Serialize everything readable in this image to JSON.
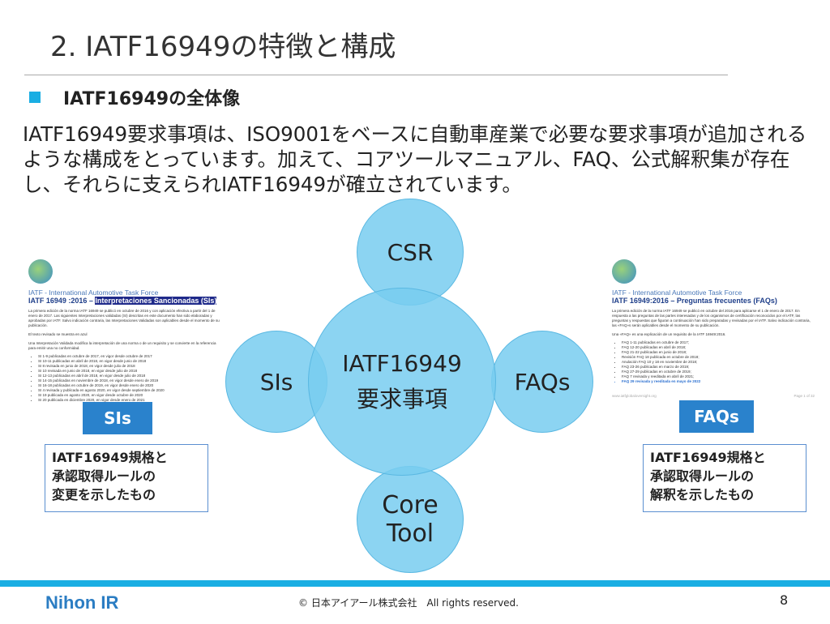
{
  "title": "2. IATF16949の特徴と構成",
  "subtitle": "IATF16949の全体像",
  "body": "IATF16949要求事項は、ISO9001をベースに自動車産業で必要な要求事項が追加されるような構成をとっています。加えて、コアツールマニュアル、FAQ、公式解釈集が存在し、それらに支えられIATF16949が確立されています。",
  "diagram": {
    "top": "CSR",
    "center_line1": "IATF16949",
    "center_line2": "要求事項",
    "left": "SIs",
    "right": "FAQs",
    "bottom": "Core Tool"
  },
  "doc_left": {
    "org": "IATF - International Automotive Task Force",
    "heading_a": "IATF 16949 :2016 – ",
    "heading_b": "Interpretaciones Sancionadas (SIs)",
    "para1": "La primera edición de la norma IATF 16949 se publicó en octubre de 2016 y con aplicación efectiva a partir del 1 de enero de 2017. Las siguientes Interpretaciones validadas (SI) descritas en este documento han sido elaboradas y aprobadas por IATF. Salvo indicación contraria, las Interpretaciones Validadas son aplicables desde el momento de su publicación.",
    "para2": "El texto revisado se muestra en azul",
    "para3": "Una Interpretación Validada modifica la interpretación de una norma o de un requisito y se convierte en la referencia para emitir una no conformidad.",
    "items": [
      "SI 1-9 publicadas en octubre de 2017, en vigor desde octubre de 2017",
      "SI 10-11 publicadas en abril de 2018, en vigor desde junio de 2018",
      "SI 8 revisada en junio de 2018, en vigor desde julio de 2018",
      "SI 10 revisada en junio de 2018, en vigor desde julio de 2018",
      "SI 12-13 publicadas en abril de 2018, en vigor desde julio de 2018",
      "SI 14-15 publicadas en noviembre de 2018, en vigor desde enero de 2019",
      "SI 16-18 publicadas en octubre de 2019, en vigor desde enero de 2020",
      "SI 4 revisada y publicada en agosto 2020, en vigor desde septiembre de 2020",
      "SI 19 publicada en agosto 2020, en vigor desde octubre de 2020",
      "SI 20 publicada en diciembre 2020, en vigor desde enero de 2021"
    ]
  },
  "doc_right": {
    "org": "IATF - International Automotive Task Force",
    "heading": "IATF 16949:2016 – Preguntas frecuentes (FAQs)",
    "para1": "La primera edición de la norma IATF 16949 se publicó en octubre del 2016 para aplicarse el 1 de enero de 2017. En respuesta a las preguntas de las partes interesadas y de los organismos de certificación reconocidos por el IATF, las preguntas y respuestas que figuran a continuación han sido preparadas y revisadas por el IATF. Salvo indicación contraria, las «FAQ»s serán aplicables desde el momento de su publicación.",
    "para2": "Una «FAQ» es una explicación de un requisito de la IATF 16949:2016.",
    "items": [
      "FAQ 1-11 publicadas en octubre de 2017;",
      "FAQ 12-20 publicadas en abril de 2018;",
      "FAQ 21-22 publicadas en junio de 2018;",
      "Revisión FAQ 18 publicada en octubre de 2018;",
      "Anulación FAQ 10 y 18 en noviembre de 2018;",
      "FAQ 23-26 publicadas en marzo de 2019;",
      "FAQ 27-29 publicadas en octubre de 2019;",
      "FAQ 7 revisada y reeditada en abril de 2021;",
      "FAQ 29 revisada y reeditada en mayo de 2022"
    ],
    "site": "www.iatfglobaloversight.org",
    "pageinfo": "Page 1 of 32"
  },
  "tag_left": "SIs",
  "tag_right": "FAQs",
  "cap_left": [
    "IATF16949規格と",
    "承認取得ルールの",
    "変更を示したもの"
  ],
  "cap_right": [
    "IATF16949規格と",
    "承認取得ルールの",
    "解釈を示したもの"
  ],
  "footer": {
    "logo": "Nihon IR",
    "copyright": "© 日本アイアール株式会社　All rights reserved.",
    "page": "8"
  },
  "colors": {
    "accent": "#1aaee3",
    "circle": "#8fd3f0",
    "tag": "#2a82cc"
  }
}
